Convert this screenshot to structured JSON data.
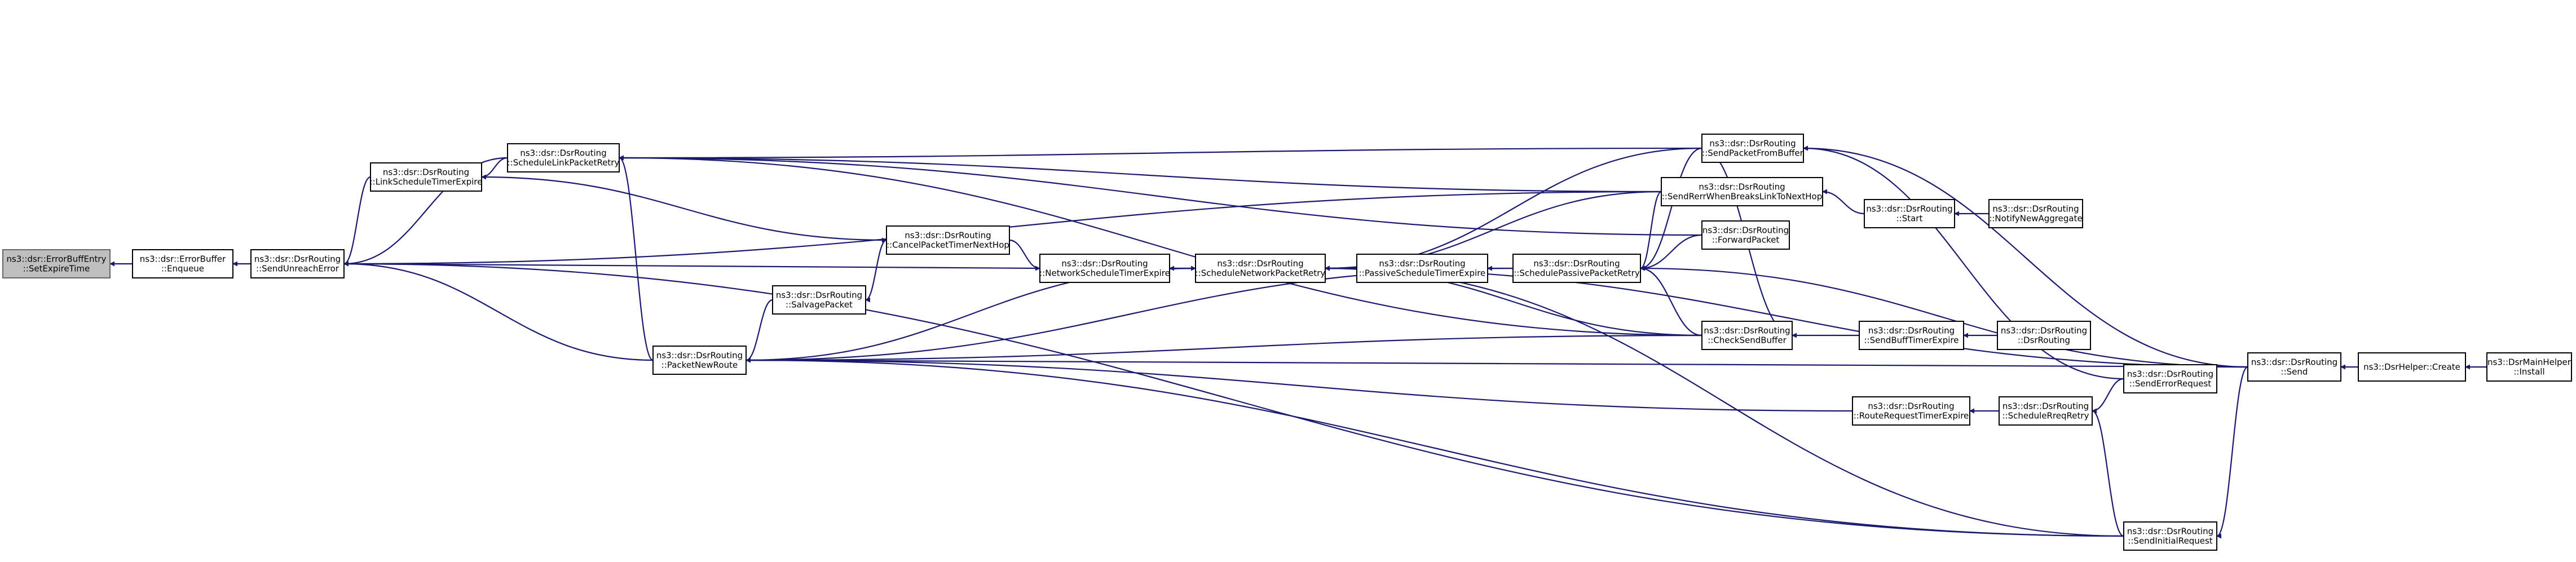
{
  "diagram": {
    "edge_color": "#191970",
    "root_fill": "#bfbfbf",
    "nodes": [
      {
        "id": "n0",
        "lines": [
          "ns3::dsr::ErrorBuffEntry",
          "::SetExpireTime"
        ],
        "root": true
      },
      {
        "id": "n1",
        "lines": [
          "ns3::dsr::ErrorBuffer",
          "::Enqueue"
        ]
      },
      {
        "id": "n2",
        "lines": [
          "ns3::dsr::DsrRouting",
          "::SendUnreachError"
        ]
      },
      {
        "id": "n3",
        "lines": [
          "ns3::dsr::DsrRouting",
          "::LinkScheduleTimerExpire"
        ]
      },
      {
        "id": "n4",
        "lines": [
          "ns3::dsr::DsrRouting",
          "::ScheduleLinkPacketRetry"
        ]
      },
      {
        "id": "n5",
        "lines": [
          "ns3::dsr::DsrRouting",
          "::PacketNewRoute"
        ]
      },
      {
        "id": "n6",
        "lines": [
          "ns3::dsr::DsrRouting",
          "::SalvagePacket"
        ]
      },
      {
        "id": "n7",
        "lines": [
          "ns3::dsr::DsrRouting",
          "::CancelPacketTimerNextHop"
        ]
      },
      {
        "id": "n8",
        "lines": [
          "ns3::dsr::DsrRouting",
          "::NetworkScheduleTimerExpire"
        ]
      },
      {
        "id": "n9",
        "lines": [
          "ns3::dsr::DsrRouting",
          "::ScheduleNetworkPacketRetry"
        ]
      },
      {
        "id": "n10",
        "lines": [
          "ns3::dsr::DsrRouting",
          "::PassiveScheduleTimerExpire"
        ]
      },
      {
        "id": "n11",
        "lines": [
          "ns3::dsr::DsrRouting",
          "::SchedulePassivePacketRetry"
        ]
      },
      {
        "id": "n12",
        "lines": [
          "ns3::dsr::DsrRouting",
          "::SendPacketFromBuffer"
        ]
      },
      {
        "id": "n13",
        "lines": [
          "ns3::dsr::DsrRouting",
          "::SendRerrWhenBreaksLinkToNextHop"
        ]
      },
      {
        "id": "n14",
        "lines": [
          "ns3::dsr::DsrRouting",
          "::ForwardPacket"
        ]
      },
      {
        "id": "n15",
        "lines": [
          "ns3::dsr::DsrRouting",
          "::CheckSendBuffer"
        ]
      },
      {
        "id": "n16",
        "lines": [
          "ns3::dsr::DsrRouting",
          "::RouteRequestTimerExpire"
        ]
      },
      {
        "id": "n17",
        "lines": [
          "ns3::dsr::DsrRouting",
          "::SendInitialRequest"
        ]
      },
      {
        "id": "n18",
        "lines": [
          "ns3::dsr::DsrRouting",
          "::Start"
        ]
      },
      {
        "id": "n19",
        "lines": [
          "ns3::dsr::DsrRouting",
          "::NotifyNewAggregate"
        ]
      },
      {
        "id": "n20",
        "lines": [
          "ns3::dsr::DsrRouting",
          "::SendBuffTimerExpire"
        ]
      },
      {
        "id": "n21",
        "lines": [
          "ns3::dsr::DsrRouting",
          "::DsrRouting"
        ]
      },
      {
        "id": "n22",
        "lines": [
          "ns3::dsr::DsrRouting",
          "::ScheduleRreqRetry"
        ]
      },
      {
        "id": "n23",
        "lines": [
          "ns3::dsr::DsrRouting",
          "::SendErrorRequest"
        ]
      },
      {
        "id": "n24",
        "lines": [
          "ns3::dsr::DsrRouting",
          "::Send"
        ]
      },
      {
        "id": "n25",
        "lines": [
          "ns3::DsrHelper::Create"
        ]
      },
      {
        "id": "n26",
        "lines": [
          "ns3::DsrMainHelper",
          "::Install"
        ]
      }
    ],
    "edges": [
      [
        "n1",
        "n0"
      ],
      [
        "n2",
        "n1"
      ],
      [
        "n3",
        "n2"
      ],
      [
        "n4",
        "n2"
      ],
      [
        "n5",
        "n2"
      ],
      [
        "n8",
        "n2"
      ],
      [
        "n17",
        "n2"
      ],
      [
        "n13",
        "n2"
      ],
      [
        "n4",
        "n3"
      ],
      [
        "n5",
        "n4"
      ],
      [
        "n12",
        "n4"
      ],
      [
        "n13",
        "n4"
      ],
      [
        "n14",
        "n4"
      ],
      [
        "n15",
        "n4"
      ],
      [
        "n3",
        "n7"
      ],
      [
        "n7",
        "n8"
      ],
      [
        "n6",
        "n5"
      ],
      [
        "n9",
        "n5"
      ],
      [
        "n11",
        "n5"
      ],
      [
        "n15",
        "n5"
      ],
      [
        "n16",
        "n5"
      ],
      [
        "n17",
        "n5"
      ],
      [
        "n24",
        "n5"
      ],
      [
        "n7",
        "n6"
      ],
      [
        "n9",
        "n8"
      ],
      [
        "n8",
        "n9"
      ],
      [
        "n10",
        "n9"
      ],
      [
        "n12",
        "n9"
      ],
      [
        "n13",
        "n9"
      ],
      [
        "n15",
        "n9"
      ],
      [
        "n17",
        "n9"
      ],
      [
        "n24",
        "n9"
      ],
      [
        "n11",
        "n10"
      ],
      [
        "n12",
        "n11"
      ],
      [
        "n13",
        "n11"
      ],
      [
        "n14",
        "n11"
      ],
      [
        "n15",
        "n11"
      ],
      [
        "n24",
        "n11"
      ],
      [
        "n18",
        "n13"
      ],
      [
        "n15",
        "n12"
      ],
      [
        "n23",
        "n12"
      ],
      [
        "n24",
        "n12"
      ],
      [
        "n19",
        "n18"
      ],
      [
        "n20",
        "n15"
      ],
      [
        "n21",
        "n20"
      ],
      [
        "n22",
        "n16"
      ],
      [
        "n23",
        "n22"
      ],
      [
        "n17",
        "n22"
      ],
      [
        "n24",
        "n17"
      ],
      [
        "n25",
        "n24"
      ],
      [
        "n26",
        "n25"
      ]
    ]
  }
}
